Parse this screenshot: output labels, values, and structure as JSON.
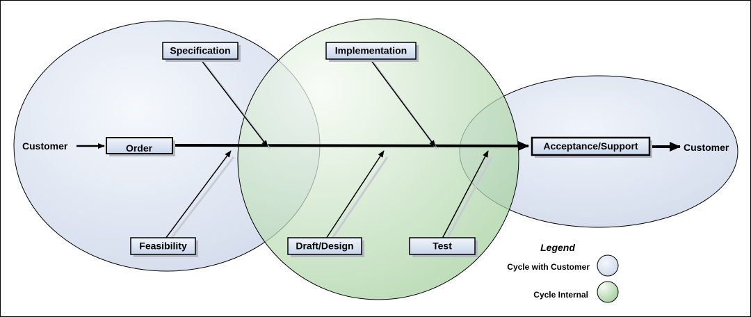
{
  "diagram": {
    "left_customer": "Customer",
    "right_customer": "Customer",
    "nodes": {
      "order": "Order",
      "specification": "Specification",
      "feasibility": "Feasibility",
      "implementation": "Implementation",
      "draft_design": "Draft/Design",
      "test": "Test",
      "acceptance_support": "Acceptance/Support"
    }
  },
  "legend": {
    "title": "Legend",
    "customer_cycle": "Cycle with Customer",
    "internal_cycle": "Cycle Internal"
  },
  "colors": {
    "customer_cycle_fill": "#d9e1f0",
    "internal_cycle_fill": "#a8d0a3",
    "box_fill": "#dde6f5",
    "line": "#000000"
  }
}
